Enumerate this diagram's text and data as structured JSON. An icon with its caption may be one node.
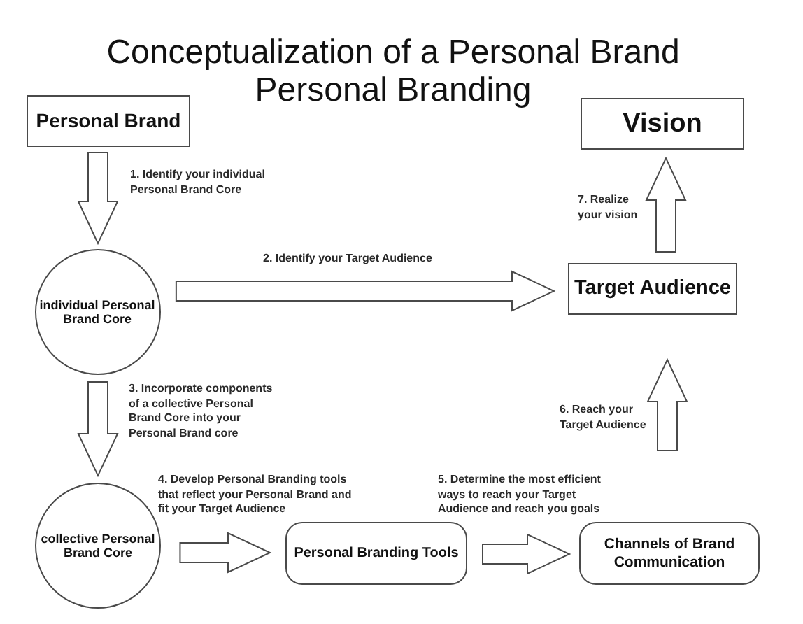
{
  "diagram": {
    "title": "Conceptualization of a Personal Brand Personal Branding",
    "nodes": [
      {
        "text": [
          "Personal Brand"
        ]
      },
      {
        "text": [
          "Vision"
        ]
      },
      {
        "text": [
          "individual Personal Brand Core"
        ]
      },
      {
        "text": [
          "Target Audience"
        ]
      },
      {
        "text": [
          "collective Personal Brand Core"
        ]
      },
      {
        "text": [
          "Personal Branding Tools"
        ]
      },
      {
        "text": [
          "Channels of Brand Communication"
        ]
      }
    ],
    "edges": [
      {
        "from": 0,
        "to": 2,
        "arrow": "to",
        "label": "1. Identify your individual Personal Brand Core"
      },
      {
        "from": 2,
        "to": 3,
        "arrow": "to",
        "label": "2. Identify your Target Audience"
      },
      {
        "from": 2,
        "to": 4,
        "arrow": "to",
        "label": "3. Incorporate components of a collective Personal Brand Core into your Personal Brand core"
      },
      {
        "from": 4,
        "to": 5,
        "arrow": "to",
        "label": "4. Develop Personal Branding tools that reflect your Personal Brand and fit your Target Audience"
      },
      {
        "from": 5,
        "to": 6,
        "arrow": "to",
        "label": "5. Determine the most efficient ways to reach your Target Audience and reach you goals"
      },
      {
        "from": 6,
        "to": 3,
        "arrow": "to",
        "label": "6. Reach your Target Audience"
      },
      {
        "from": 3,
        "to": 1,
        "arrow": "to",
        "label": "7. Realize your vision"
      }
    ]
  }
}
